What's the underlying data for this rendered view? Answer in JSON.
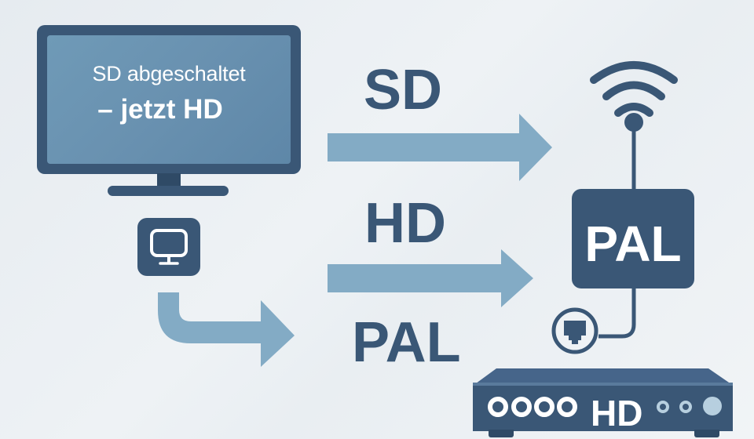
{
  "tv": {
    "screen_line1": "SD abgeschaltet",
    "screen_line2": "– jetzt HD",
    "icon": "monitor-icon"
  },
  "mini_icon": {
    "icon": "monitor-icon"
  },
  "labels": {
    "sd": "SD",
    "hd": "HD",
    "pal": "PAL"
  },
  "antenna": {
    "icon": "wifi-signal-icon",
    "box_label": "PAL"
  },
  "connector": {
    "icon": "ethernet-port-icon"
  },
  "receiver": {
    "label": "HD",
    "icon": "set-top-box-icon"
  },
  "colors": {
    "dark_navy": "#3a5776",
    "arrow_blue": "#83abc5",
    "screen_blue": "#6991b0",
    "background": "#eaeef2",
    "led_light": "#b7cfdf"
  }
}
